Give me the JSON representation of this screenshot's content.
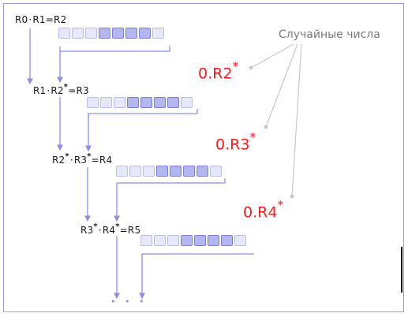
{
  "equations": [
    {
      "a": "R0",
      "a_star": "",
      "b": "R1",
      "b_star": "",
      "eq": "=",
      "r": "R2"
    },
    {
      "a": "R1",
      "a_star": "",
      "b": "R2",
      "b_star": "*",
      "eq": "=",
      "r": "R3"
    },
    {
      "a": "R2",
      "a_star": "*",
      "b": "R3",
      "b_star": "*",
      "eq": "=",
      "r": "R4"
    },
    {
      "a": "R3",
      "a_star": "*",
      "b": "R4",
      "b_star": "*",
      "eq": "=",
      "r": "R5"
    }
  ],
  "dot_symbol": "·",
  "random_numbers": [
    {
      "prefix": "0.",
      "name": "R2",
      "star": "*"
    },
    {
      "prefix": "0.",
      "name": "R3",
      "star": "*"
    },
    {
      "prefix": "0.",
      "name": "R4",
      "star": "*"
    }
  ],
  "caption": "Случайные числа",
  "continuation": "• • •",
  "colors": {
    "arrow": "#8c8fe6",
    "cell_fill": "#e6e8fb",
    "cell_highlight": "#b3b6f1",
    "random_text": "#ff1a1a",
    "caption_text": "#7a7a7a",
    "pointer_line": "#c8c8c8"
  },
  "register": {
    "cells": 8,
    "highlighted": [
      3,
      4,
      5,
      6
    ]
  }
}
